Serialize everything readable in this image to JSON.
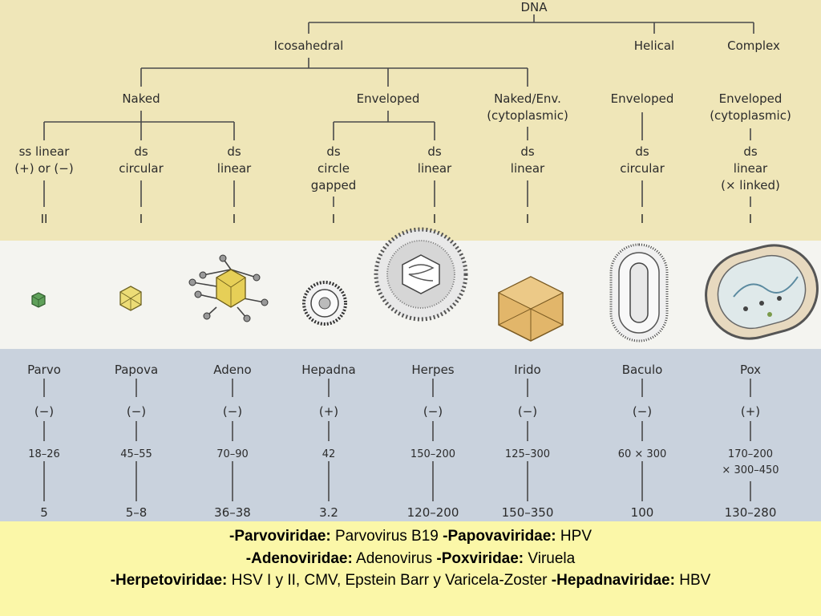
{
  "tree": {
    "root": "DNA",
    "symmetry": [
      "Icosahedral",
      "Helical",
      "Complex"
    ],
    "envelope": [
      "Naked",
      "Enveloped",
      "Naked/Env.",
      "(cytoplasmic)",
      "Enveloped",
      "Enveloped",
      "(cytoplasmic)"
    ],
    "genome": [
      [
        "ss linear",
        "(+) or (−)"
      ],
      [
        "ds",
        "circular"
      ],
      [
        "ds",
        "linear"
      ],
      [
        "ds",
        "circle",
        "gapped"
      ],
      [
        "ds",
        "linear"
      ],
      [
        "ds",
        "linear"
      ],
      [
        "ds",
        "circular"
      ],
      [
        "ds",
        "linear",
        "(× linked)"
      ]
    ],
    "class": [
      "II",
      "I",
      "I",
      "I",
      "I",
      "I",
      "I",
      "I"
    ]
  },
  "families": [
    "Parvo",
    "Papova",
    "Adeno",
    "Hepadna",
    "Herpes",
    "Irido",
    "Baculo",
    "Pox"
  ],
  "polarity": [
    "(−)",
    "(−)",
    "(−)",
    "(+)",
    "(−)",
    "(−)",
    "(−)",
    "(+)"
  ],
  "size_nm": [
    "18–26",
    "45–55",
    "70–90",
    "42",
    "150–200",
    "125–300",
    "60 × 300",
    "170–200"
  ],
  "size_nm_line2": "× 300–450",
  "genome_kbp": [
    "5",
    "5–8",
    "36–38",
    "3.2",
    "120–200",
    "150–350",
    "100",
    "130–280"
  ],
  "icons": [
    "parvo-virion-icon",
    "papova-virion-icon",
    "adeno-virion-icon",
    "hepadna-virion-icon",
    "herpes-virion-icon",
    "irido-virion-icon",
    "baculo-virion-icon",
    "pox-virion-icon"
  ],
  "caption": {
    "line1": [
      {
        "b": "-Parvoviridae:",
        "t": " Parvovirus B19  "
      },
      {
        "b": "-Papovaviridae:",
        "t": " HPV"
      }
    ],
    "line2": [
      {
        "b": "-Adenoviridae:",
        "t": " Adenovirus "
      },
      {
        "b": "-Poxviridae:",
        "t": " Viruela"
      }
    ],
    "line3": [
      {
        "b": "-Herpetoviridae:",
        "t": " HSV I y II, CMV, Epstein Barr y Varicela-Zoster  "
      },
      {
        "b": "-Hepadnaviridae:",
        "t": " HBV"
      }
    ]
  }
}
